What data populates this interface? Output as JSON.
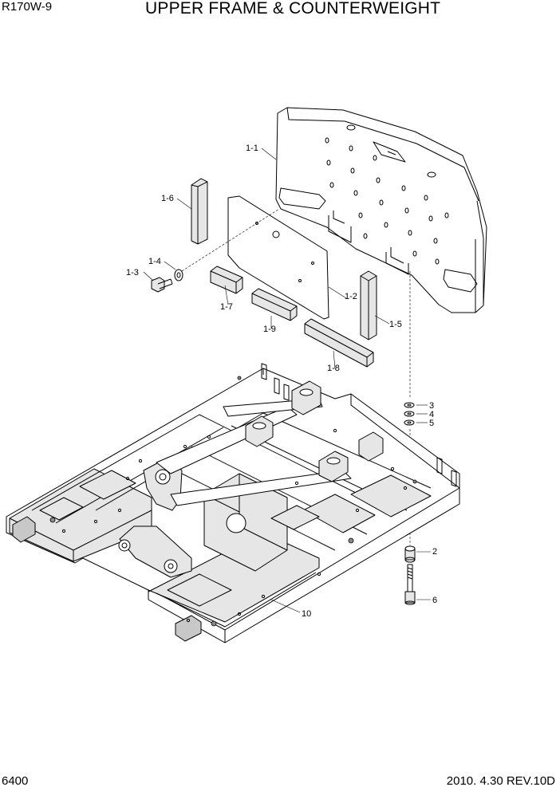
{
  "header": {
    "model": "R170W-9",
    "title": "UPPER FRAME & COUNTERWEIGHT"
  },
  "footer": {
    "page_number": "6400",
    "revision": "2010. 4.30  REV.10D"
  },
  "callouts": {
    "c1_1": "1-1",
    "c1_2": "1-2",
    "c1_3": "1-3",
    "c1_4": "1-4",
    "c1_5": "1-5",
    "c1_6": "1-6",
    "c1_7": "1-7",
    "c1_8": "1-8",
    "c1_9": "1-9",
    "c2": "2",
    "c3": "3",
    "c4": "4",
    "c5": "5",
    "c6": "6",
    "c10": "10"
  }
}
